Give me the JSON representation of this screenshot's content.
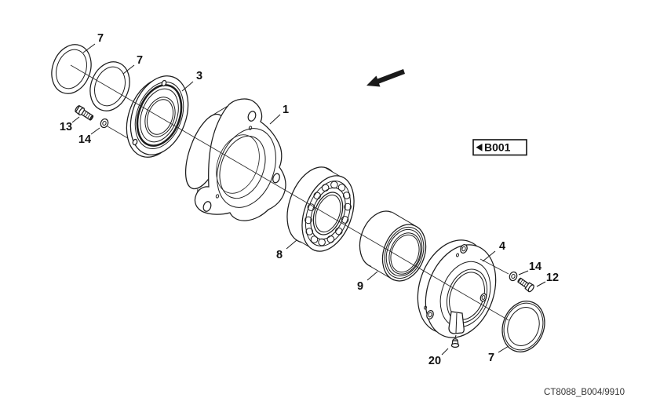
{
  "figure": {
    "type": "exploded-parts-diagram",
    "caption": "CT8088_B004/9910",
    "reference_tag": {
      "arrow": "◀",
      "label": "B001"
    },
    "callouts": [
      {
        "id": "7-top",
        "label": "7"
      },
      {
        "id": "7-middle",
        "label": "7"
      },
      {
        "id": "3",
        "label": "3"
      },
      {
        "id": "1",
        "label": "1"
      },
      {
        "id": "13",
        "label": "13"
      },
      {
        "id": "14-left",
        "label": "14"
      },
      {
        "id": "8",
        "label": "8"
      },
      {
        "id": "9",
        "label": "9"
      },
      {
        "id": "4",
        "label": "4"
      },
      {
        "id": "14-right",
        "label": "14"
      },
      {
        "id": "12",
        "label": "12"
      },
      {
        "id": "20",
        "label": "20"
      },
      {
        "id": "7-bottom",
        "label": "7"
      }
    ],
    "colors": {
      "line": "#1c1c1c",
      "background": "#ffffff"
    }
  }
}
